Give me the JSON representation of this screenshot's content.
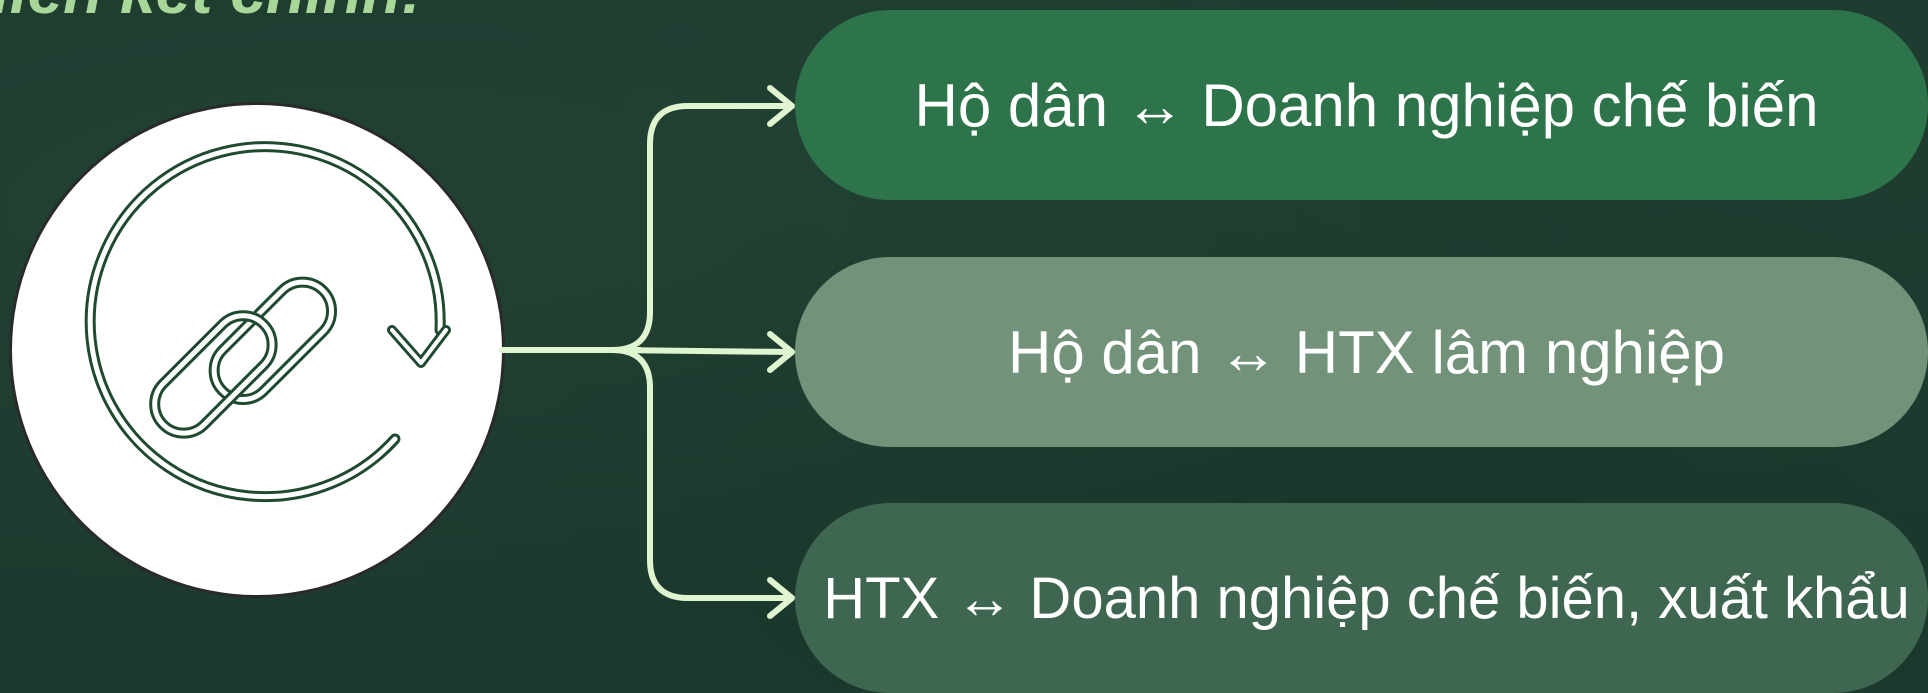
{
  "heading": {
    "text": "liên kết chính:"
  },
  "center_icon": {
    "name": "chain-link-cycle-icon"
  },
  "links": [
    {
      "label": "Hộ dân ↔ Doanh nghiệp chế biến",
      "color": "#2e744a"
    },
    {
      "label": "Hộ dân ↔ HTX lâm nghiệp",
      "color": "#72937a"
    },
    {
      "label": "HTX ↔ Doanh nghiệp chế biến, xuất khẩu",
      "color": "#3f6650"
    }
  ],
  "colors": {
    "background": "#1d3a2e",
    "connector": "#dff5cf",
    "heading": "#a9d79a",
    "icon_stroke": "#1f4a30"
  }
}
